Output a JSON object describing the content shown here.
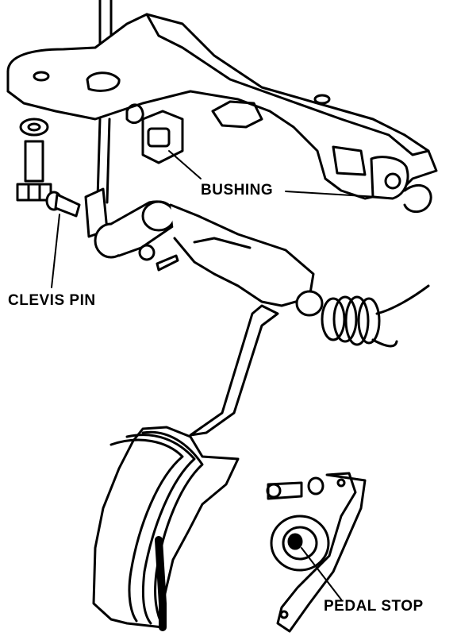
{
  "labels": {
    "bushing": "BUSHING",
    "clevis_pin": "CLEVIS PIN",
    "pedal_stop": "PEDAL STOP"
  },
  "colors": {
    "ink": "#000000",
    "paper": "#ffffff"
  }
}
